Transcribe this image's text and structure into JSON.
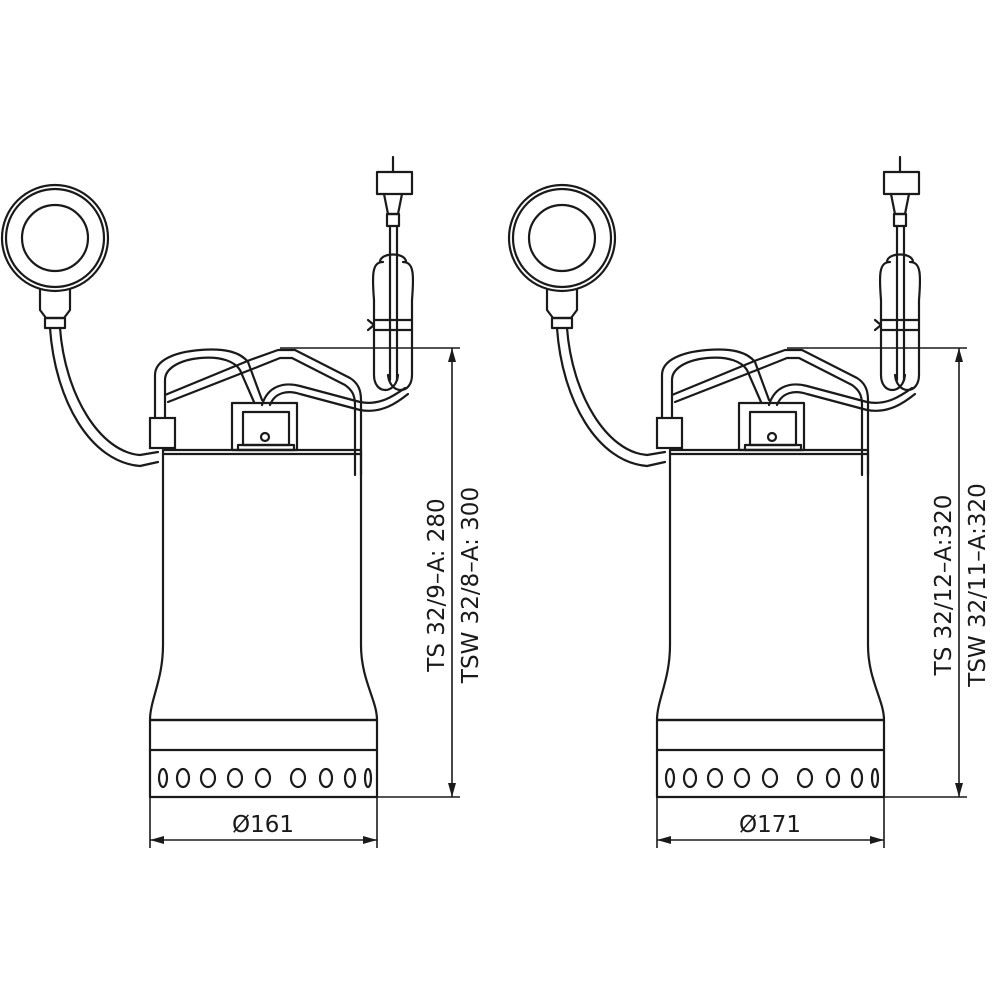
{
  "pumps": [
    {
      "diameter_label": "Ø161",
      "height_label_ts": "TS 32/9–A: 280",
      "height_label_tsw": "TSW 32/8–A: 300"
    },
    {
      "diameter_label": "Ø171",
      "height_label_ts": "TS 32/12–A:320",
      "height_label_tsw": "TSW 32/11–A:320"
    }
  ],
  "colors": {
    "line": "#1a1a1a",
    "background": "#ffffff"
  }
}
